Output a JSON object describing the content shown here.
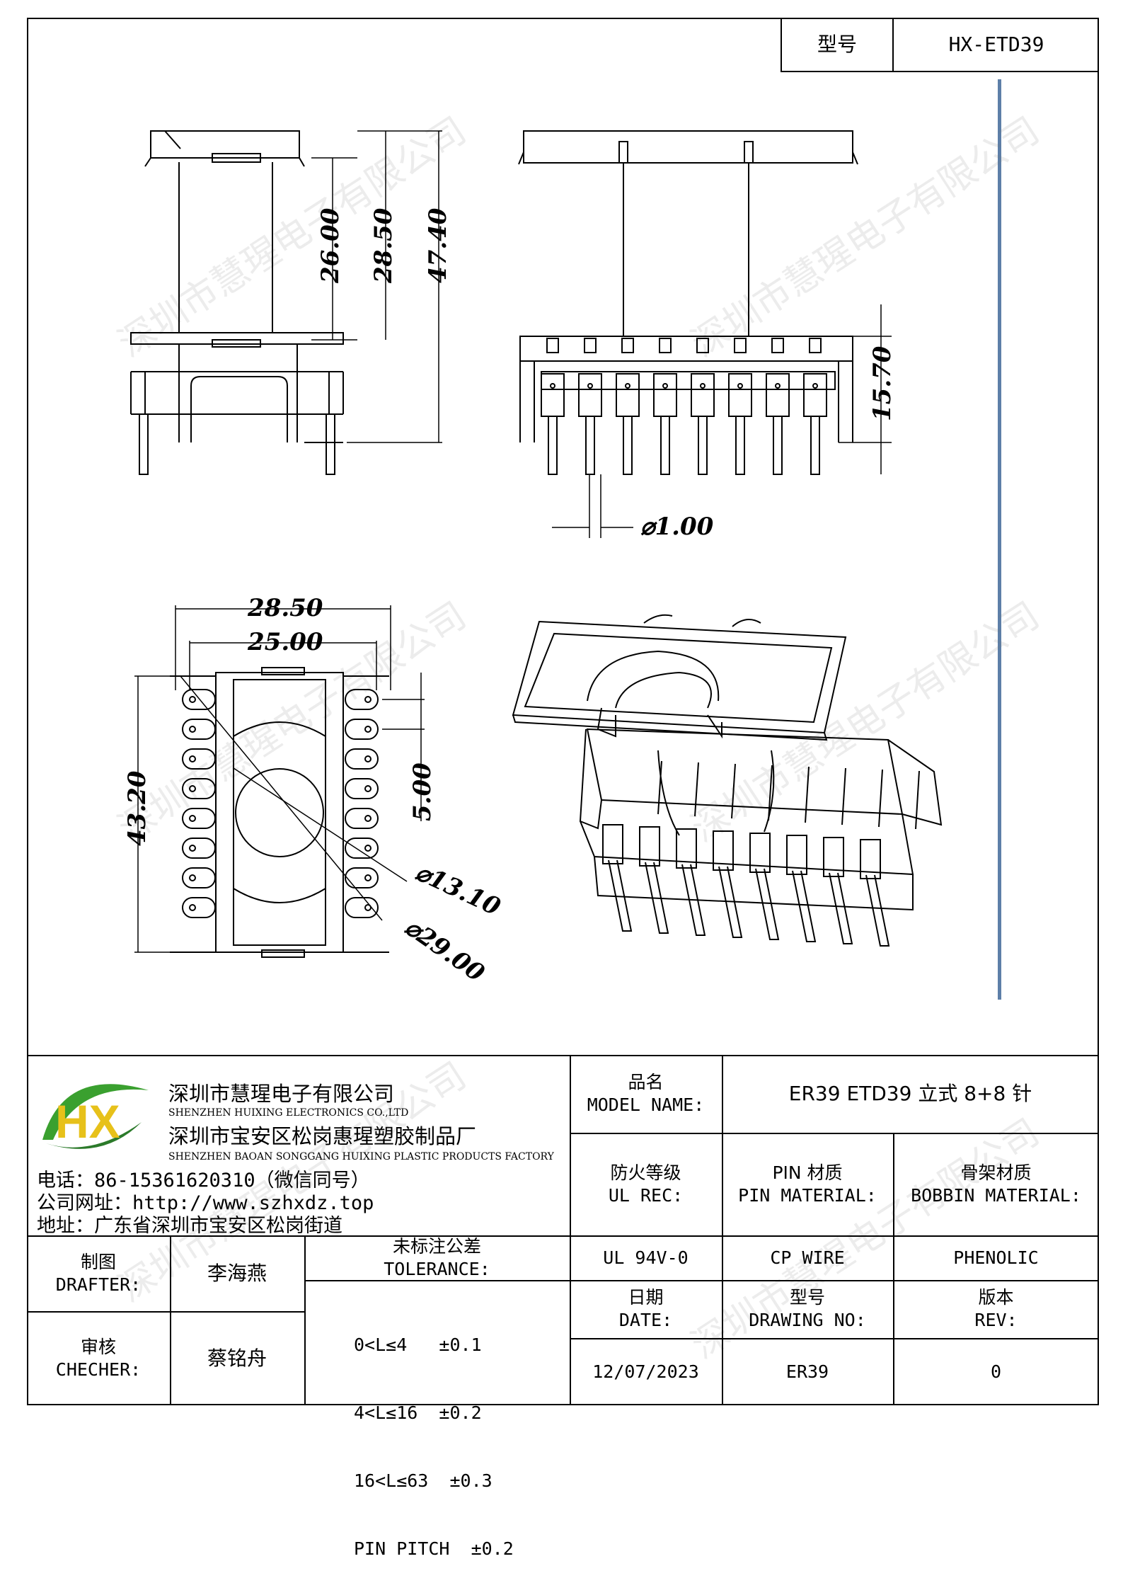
{
  "header": {
    "model_label": "型号",
    "model_value": "HX-ETD39"
  },
  "dimensions": {
    "front_26": "26.00",
    "front_28_5": "28.50",
    "front_47_4": "47.40",
    "side_15_7": "15.70",
    "pin_dia": "⌀1.00",
    "top_28_5": "28.50",
    "top_25": "25.00",
    "top_43_2": "43.20",
    "pitch_5": "5.00",
    "dia_13_1": "⌀13.10",
    "dia_29": "⌀29.00"
  },
  "watermark": "深圳市慧瑆电子有限公司",
  "company": {
    "logo_text": "HX",
    "name_cn": "深圳市慧瑆电子有限公司",
    "name_en": "SHENZHEN HUIXING ELECTRONICS CO.,LTD",
    "factory_cn": "深圳市宝安区松岗惠瑆塑胶制品厂",
    "factory_en": "SHENZHEN BAOAN SONGGANG HUIXING PLASTIC PRODUCTS FACTORY",
    "phone_label": "电话：",
    "phone_value": "86-15361620310（微信同号）",
    "web_label": "公司网址：",
    "web_value": "http://www.szhxdz.top",
    "addr_label": "地址：",
    "addr_value": "广东省深圳市宝安区松岗街道"
  },
  "title_block": {
    "model_name_cn": "品名",
    "model_name_en": "MODEL NAME:",
    "model_name_value": "ER39 ETD39 立式 8+8 针",
    "ul_cn": "防火等级",
    "ul_en": "UL REC:",
    "pin_cn": "PIN 材质",
    "pin_en": "PIN MATERIAL:",
    "bobbin_cn": "骨架材质",
    "bobbin_en": "BOBBIN MATERIAL:",
    "ul_value": "UL 94V-0",
    "pin_value": "CP WIRE",
    "bobbin_value": "PHENOLIC",
    "drafter_cn": "制图",
    "drafter_en": "DRAFTER:",
    "drafter_name": "李海燕",
    "checker_cn": "审核",
    "checker_en": "CHECHER:",
    "checker_name": "蔡铭舟",
    "tolerance_cn": "未标注公差",
    "tolerance_en": "TOLERANCE:",
    "tolerance_lines": [
      "0<L≤4   ±0.1",
      "4<L≤16  ±0.2",
      "16<L≤63  ±0.3",
      "PIN PITCH  ±0.2"
    ],
    "date_cn": "日期",
    "date_en": "DATE:",
    "drawing_cn": "型号",
    "drawing_en": "DRAWING NO:",
    "rev_cn": "版本",
    "rev_en": "REV:",
    "date_value": "12/07/2023",
    "drawing_value": "ER39",
    "rev_value": "0"
  },
  "colors": {
    "logo_green": "#3aa02f",
    "logo_yellow": "#e7c11a",
    "logo_dark": "#2b7a2a",
    "accent_line": "#5d7fa8"
  }
}
